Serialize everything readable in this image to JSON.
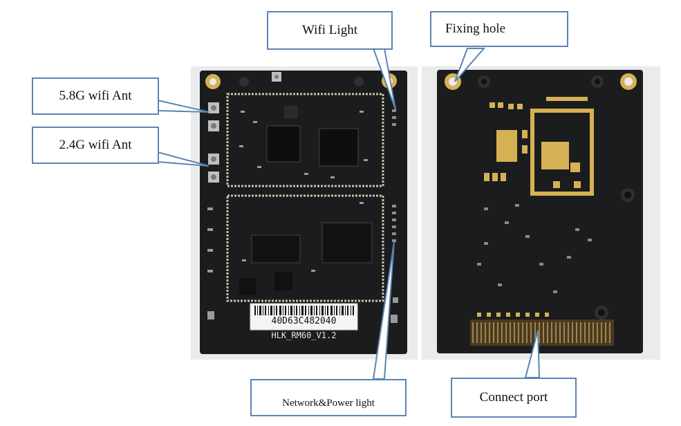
{
  "callouts": {
    "wifi_light": "Wifi Light",
    "fixing_hole": "Fixing hole",
    "ant_58": "5.8G wifi Ant",
    "ant_24": "2.4G wifi Ant",
    "network_power": "Network&Power light",
    "connect_port": "Connect port"
  },
  "board": {
    "serial": "40D63C482040",
    "model": "HLK_RM60_V1.2"
  },
  "colors": {
    "callout_border": "#5a84b4",
    "pcb": "#1b1c1d",
    "gold": "#d6b154"
  }
}
